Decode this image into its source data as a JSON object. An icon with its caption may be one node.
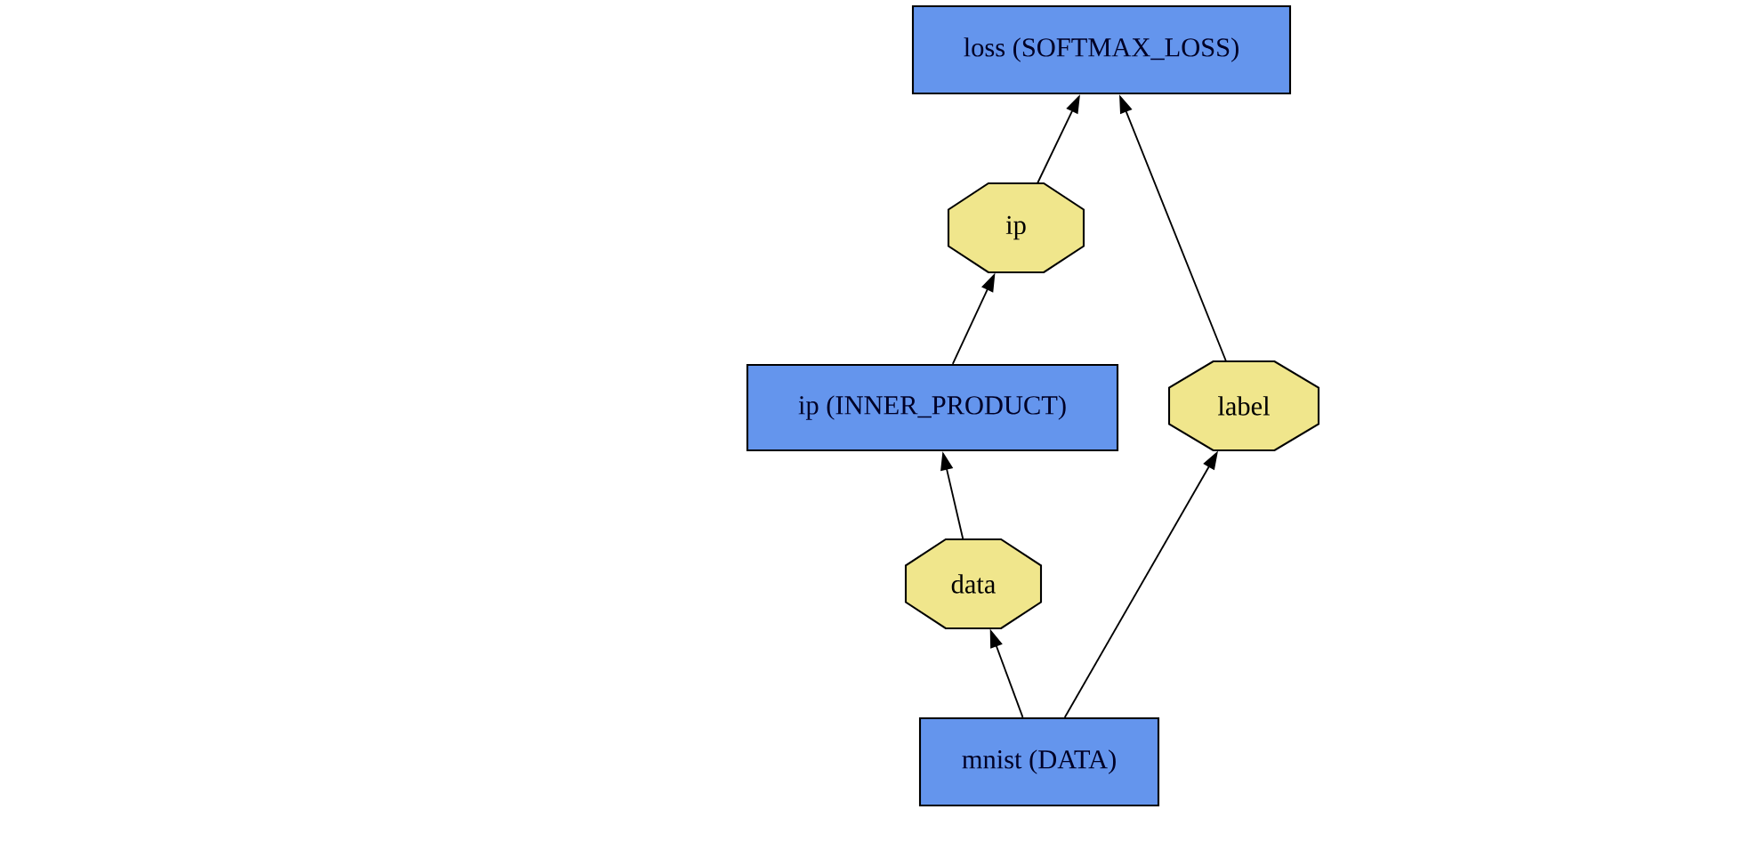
{
  "diagram": {
    "nodes": [
      {
        "text": [
          "loss (SOFTMAX_LOSS)"
        ]
      },
      {
        "text": [
          "ip"
        ]
      },
      {
        "text": [
          "ip (INNER_PRODUCT)"
        ]
      },
      {
        "text": [
          "label"
        ]
      },
      {
        "text": [
          "data"
        ]
      },
      {
        "text": [
          "mnist (DATA)"
        ]
      }
    ],
    "edges": [
      {
        "from": 5,
        "to": 4,
        "arrow": "to"
      },
      {
        "from": 5,
        "to": 3,
        "arrow": "to"
      },
      {
        "from": 4,
        "to": 2,
        "arrow": "to"
      },
      {
        "from": 2,
        "to": 1,
        "arrow": "to"
      },
      {
        "from": 1,
        "to": 0,
        "arrow": "to"
      },
      {
        "from": 3,
        "to": 0,
        "arrow": "to"
      }
    ]
  }
}
